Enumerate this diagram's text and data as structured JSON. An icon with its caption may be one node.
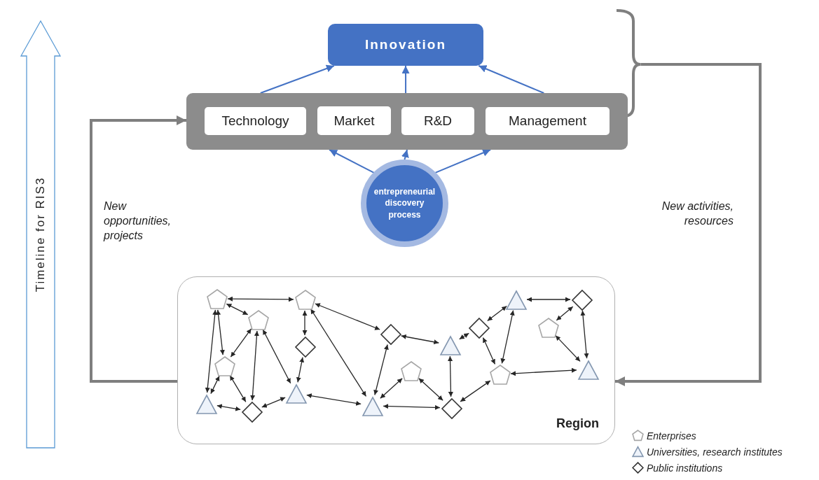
{
  "diagram": {
    "nodes": [
      {
        "text": [
          "Innovation"
        ]
      },
      {
        "text": [],
        "shape": "box"
      },
      {
        "text": [
          "Technology"
        ],
        "in": 1
      },
      {
        "text": [
          "Market"
        ],
        "in": 1
      },
      {
        "text": [
          "R&D"
        ],
        "in": 1
      },
      {
        "text": [
          "Management"
        ],
        "in": 1
      },
      {
        "text": [
          "entrepreneurial discovery process"
        ]
      },
      {
        "text": [
          "Region"
        ]
      },
      {
        "text": [],
        "shape": "triangle",
        "in": 7
      },
      {
        "text": [],
        "shape": "pentagon",
        "in": 7
      },
      {
        "text": [],
        "shape": "pentagon",
        "in": 7
      },
      {
        "text": [],
        "shape": "diamond",
        "in": 7
      },
      {
        "text": [],
        "shape": "pentagon",
        "in": 7
      },
      {
        "text": [],
        "shape": "triangle",
        "in": 7
      },
      {
        "text": [],
        "shape": "pentagon",
        "in": 7
      },
      {
        "text": [],
        "shape": "diamond",
        "in": 7
      },
      {
        "text": [],
        "shape": "triangle",
        "in": 7
      },
      {
        "text": [],
        "shape": "diamond",
        "in": 7
      },
      {
        "text": [],
        "shape": "pentagon",
        "in": 7
      },
      {
        "text": [],
        "shape": "triangle",
        "in": 7
      },
      {
        "text": [],
        "shape": "diamond",
        "in": 7
      },
      {
        "text": [],
        "shape": "diamond",
        "in": 7
      },
      {
        "text": [],
        "shape": "pentagon",
        "in": 7
      },
      {
        "text": [],
        "shape": "triangle",
        "in": 7
      },
      {
        "text": [],
        "shape": "pentagon",
        "in": 7
      },
      {
        "text": [],
        "shape": "diamond",
        "in": 7
      },
      {
        "text": [],
        "shape": "triangle",
        "in": 7
      }
    ],
    "edges": [
      {
        "from": 1,
        "to": 0,
        "arrow": "to",
        "color": "#4472c4"
      },
      {
        "from": 1,
        "to": 0,
        "arrow": "to",
        "color": "#4472c4"
      },
      {
        "from": 1,
        "to": 0,
        "arrow": "to",
        "color": "#4472c4"
      },
      {
        "from": 6,
        "to": 1,
        "arrow": "to",
        "color": "#4472c4"
      },
      {
        "from": 6,
        "to": 1,
        "arrow": "to",
        "color": "#4472c4"
      },
      {
        "from": 6,
        "to": 1,
        "arrow": "to",
        "color": "#4472c4"
      },
      {
        "from": 7,
        "to": 1,
        "arrow": "to",
        "label": "New opportunities, projects",
        "style": "thick",
        "color": "#7f7f7f"
      },
      {
        "from": 1,
        "to": 7,
        "arrow": "to",
        "label": "New activities, resources",
        "style": "thick",
        "color": "#7f7f7f"
      },
      {
        "from": 9,
        "to": 14,
        "arrow": "both"
      },
      {
        "from": 9,
        "to": 12,
        "arrow": "both"
      },
      {
        "from": 9,
        "to": 8,
        "arrow": "both"
      },
      {
        "from": 9,
        "to": 10,
        "arrow": "both"
      },
      {
        "from": 12,
        "to": 10,
        "arrow": "both"
      },
      {
        "from": 12,
        "to": 11,
        "arrow": "both"
      },
      {
        "from": 12,
        "to": 13,
        "arrow": "both"
      },
      {
        "from": 10,
        "to": 8,
        "arrow": "both"
      },
      {
        "from": 10,
        "to": 11,
        "arrow": "both"
      },
      {
        "from": 8,
        "to": 11,
        "arrow": "both"
      },
      {
        "from": 11,
        "to": 13,
        "arrow": "both"
      },
      {
        "from": 14,
        "to": 15,
        "arrow": "both"
      },
      {
        "from": 15,
        "to": 13,
        "arrow": "both"
      },
      {
        "from": 14,
        "to": 17,
        "arrow": "both"
      },
      {
        "from": 14,
        "to": 16,
        "arrow": "both"
      },
      {
        "from": 13,
        "to": 16,
        "arrow": "both"
      },
      {
        "from": 17,
        "to": 16,
        "arrow": "both"
      },
      {
        "from": 18,
        "to": 16,
        "arrow": "both"
      },
      {
        "from": 16,
        "to": 20,
        "arrow": "both"
      },
      {
        "from": 17,
        "to": 19,
        "arrow": "both"
      },
      {
        "from": 19,
        "to": 21,
        "arrow": "both"
      },
      {
        "from": 21,
        "to": 23,
        "arrow": "both"
      },
      {
        "from": 23,
        "to": 25,
        "arrow": "both"
      },
      {
        "from": 25,
        "to": 24,
        "arrow": "both"
      },
      {
        "from": 25,
        "to": 26,
        "arrow": "both"
      },
      {
        "from": 24,
        "to": 26,
        "arrow": "both"
      },
      {
        "from": 21,
        "to": 22,
        "arrow": "both"
      },
      {
        "from": 23,
        "to": 22,
        "arrow": "both"
      },
      {
        "from": 22,
        "to": 26,
        "arrow": "both"
      },
      {
        "from": 19,
        "to": 20,
        "arrow": "both"
      },
      {
        "from": 18,
        "to": 20,
        "arrow": "both"
      },
      {
        "from": 20,
        "to": 22,
        "arrow": "both"
      }
    ],
    "labels": [
      "Timeline for RIS3"
    ],
    "legend": [
      {
        "text": "Enterprises"
      },
      {
        "text": "Universities, research institutes"
      },
      {
        "text": "Public institutions"
      }
    ]
  }
}
